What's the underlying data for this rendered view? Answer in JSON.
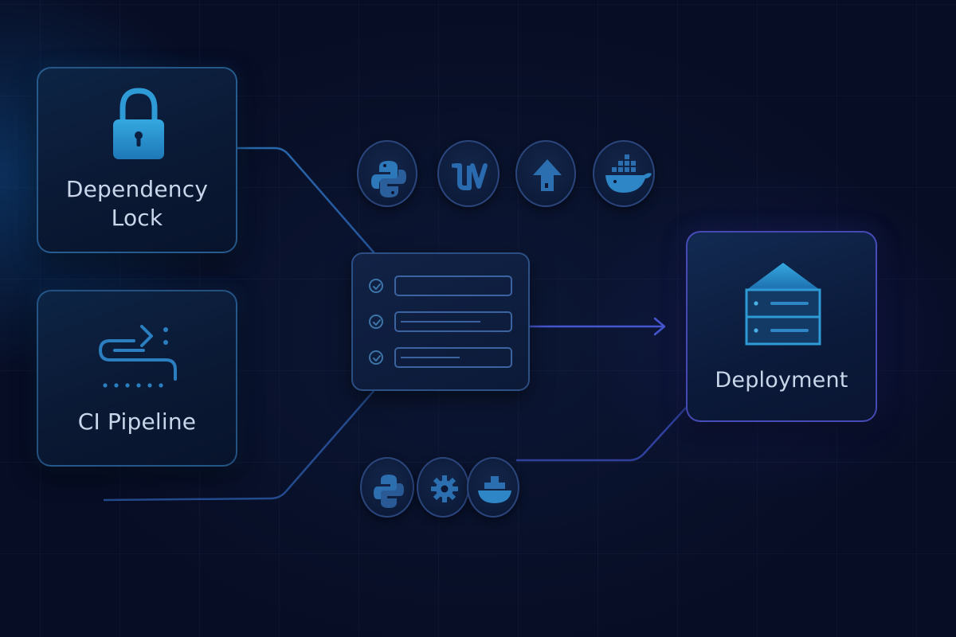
{
  "cards": {
    "dependency_lock": {
      "line1": "Dependency",
      "line2": "Lock"
    },
    "ci_pipeline": {
      "label": "CI Pipeline"
    },
    "deployment": {
      "label": "Deployment"
    }
  },
  "checklist": {
    "items": [
      {
        "status": "checked"
      },
      {
        "status": "checked"
      },
      {
        "status": "checked"
      }
    ]
  },
  "top_tool_icons": [
    "python-logo-icon",
    "uv-logo-icon",
    "upload-arrow-icon",
    "docker-whale-icon"
  ],
  "bottom_tool_icons": [
    "python-logo-icon",
    "gear-icon",
    "ship-icon"
  ],
  "colors": {
    "background": "#070d24",
    "card_border": "#3c8cd2",
    "connector": "#2f6fb8",
    "accent_icon": "#2e9ad6",
    "deployment_border": "#5a5adc",
    "arrow": "#4a5ad8",
    "label_text": "#c9d6ea"
  }
}
